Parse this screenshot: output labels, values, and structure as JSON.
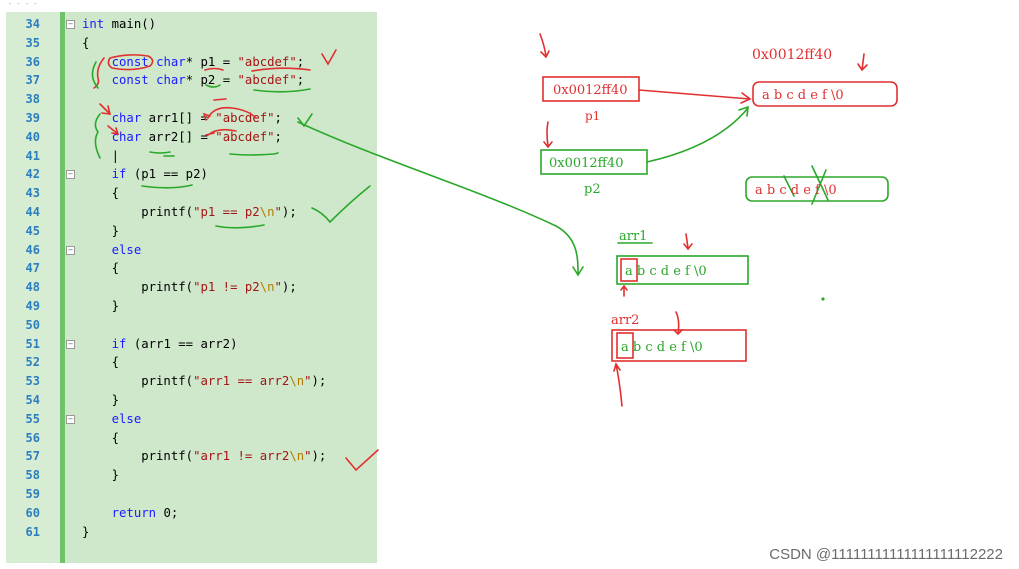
{
  "editor": {
    "lines": [
      {
        "n": "34",
        "t": "int main()"
      },
      {
        "n": "35",
        "t": "{"
      },
      {
        "n": "36",
        "t": "    const char* p1 = \"abcdef\";"
      },
      {
        "n": "37",
        "t": "    const char* p2 = \"abcdef\";"
      },
      {
        "n": "38",
        "t": ""
      },
      {
        "n": "39",
        "t": "    char arr1[] = \"abcdef\";"
      },
      {
        "n": "40",
        "t": "    char arr2[] = \"abcdef\";"
      },
      {
        "n": "41",
        "t": "    |"
      },
      {
        "n": "42",
        "t": "    if (p1 == p2)"
      },
      {
        "n": "43",
        "t": "    {"
      },
      {
        "n": "44",
        "t": "        printf(\"p1 == p2\\n\");"
      },
      {
        "n": "45",
        "t": "    }"
      },
      {
        "n": "46",
        "t": "    else"
      },
      {
        "n": "47",
        "t": "    {"
      },
      {
        "n": "48",
        "t": "        printf(\"p1 != p2\\n\");"
      },
      {
        "n": "49",
        "t": "    }"
      },
      {
        "n": "50",
        "t": ""
      },
      {
        "n": "51",
        "t": "    if (arr1 == arr2)"
      },
      {
        "n": "52",
        "t": "    {"
      },
      {
        "n": "53",
        "t": "        printf(\"arr1 == arr2\\n\");"
      },
      {
        "n": "54",
        "t": "    }"
      },
      {
        "n": "55",
        "t": "    else"
      },
      {
        "n": "56",
        "t": "    {"
      },
      {
        "n": "57",
        "t": "        printf(\"arr1 != arr2\\n\");"
      },
      {
        "n": "58",
        "t": "    }"
      },
      {
        "n": "59",
        "t": ""
      },
      {
        "n": "60",
        "t": "    return 0;"
      },
      {
        "n": "61",
        "t": "}"
      }
    ],
    "colors": {
      "background": "#cfe8cc",
      "keyword": "#1a1aff",
      "string": "#a31515",
      "escape": "#b37a00",
      "line_number": "#2b7fbf",
      "change_bar": "#6dc46a"
    }
  },
  "sketch": {
    "addr_top": "0x0012ff40",
    "p1_addr": "0x0012ff40",
    "p1_label": "p1",
    "p2_addr": "0x0012ff40",
    "p2_label": "p2",
    "string_literal": "a b c d e f \\0",
    "crossed_literal": "a b c d e f \\0",
    "arr1_label": "arr1",
    "arr1_chars": "a b c d e f \\0",
    "arr2_label": "arr2",
    "arr2_chars": "a b c d e f \\0",
    "colors": {
      "red": "#e03030",
      "green": "#2aa82a"
    }
  },
  "watermark": "CSDN @11111111111111111112222",
  "top_fragment": "- - -  -"
}
